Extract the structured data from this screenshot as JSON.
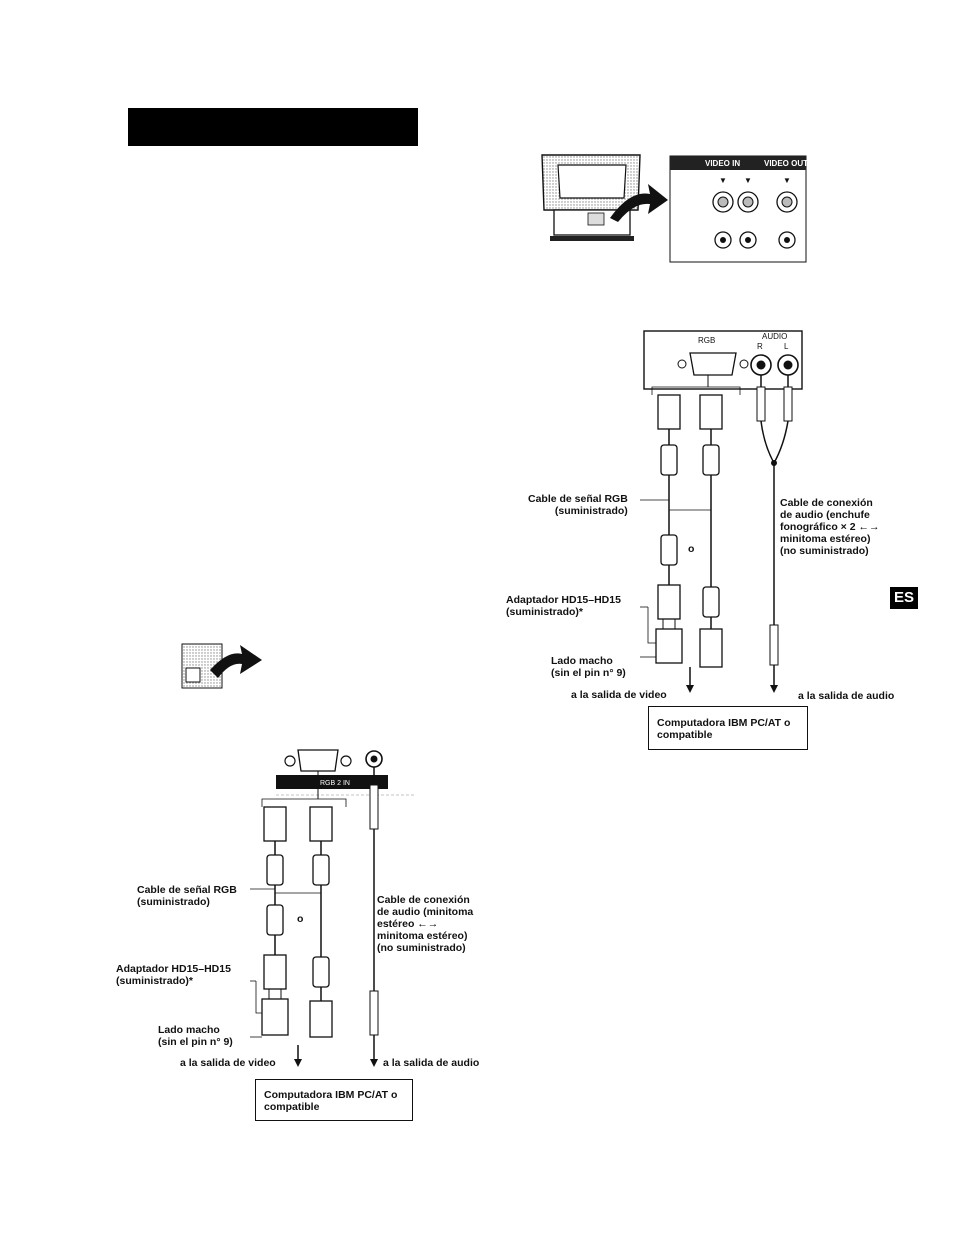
{
  "side_tab": {
    "text": "ES"
  },
  "monitor_panel": {
    "video_in_label": "VIDEO IN",
    "video_out_label": "VIDEO OUT"
  },
  "diagram_a": {
    "panel_rgb_label": "RGB",
    "panel_audio_label": "AUDIO",
    "panel_r_label": "R",
    "panel_l_label": "L",
    "rgb_cable_label": "Cable de señal RGB\n(suministrado)",
    "or_label": "o",
    "adapter_label": "Adaptador HD15–HD15\n(suministrado)*",
    "male_side_label": "Lado macho\n(sin el pin n° 9)",
    "audio_cable_label": "Cable de conexión\nde audio (enchufe\nfonográfico × 2 ←→\nminitoma estéreo)\n(no suministrado)",
    "video_out_label": "a la salida de video",
    "audio_out_label": "a la salida de audio",
    "computer_label": "Computadora IBM PC/AT o\ncompatible"
  },
  "diagram_b": {
    "panel_label": "RGB 2 IN",
    "rgb_cable_label": "Cable de señal RGB\n(suministrado)",
    "or_label": "o",
    "adapter_label": "Adaptador HD15–HD15\n(suministrado)*",
    "male_side_label": "Lado macho\n(sin el pin n° 9)",
    "audio_cable_label": "Cable de conexión\nde audio (minitoma\nestéreo ←→\nminitoma estéreo)\n(no suministrado)",
    "video_out_label": "a la salida de video",
    "audio_out_label": "a la salida de audio",
    "computer_label": "Computadora IBM PC/AT o\ncompatible"
  }
}
